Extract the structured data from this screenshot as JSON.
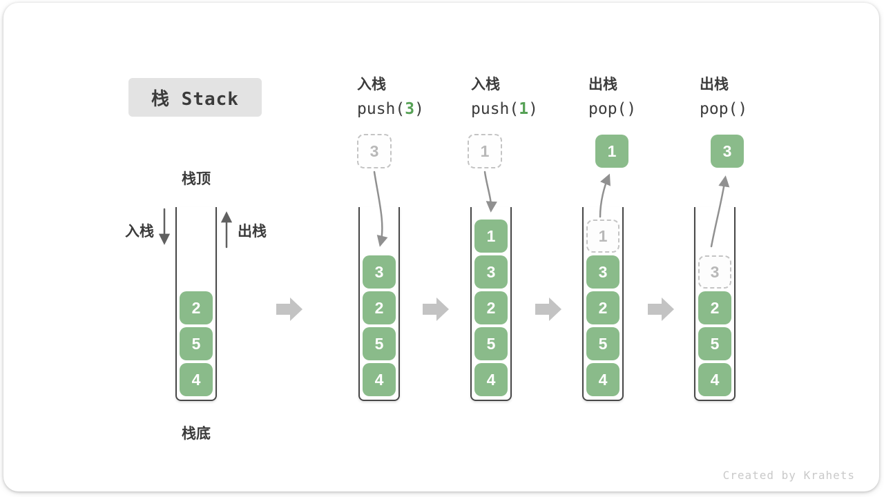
{
  "title": "栈 Stack",
  "watermark": "Created by Krahets",
  "colors": {
    "green": "#8abb8a",
    "green-accent": "#56a155",
    "text-dark": "#3b3b3b",
    "wall": "#474747",
    "arrow-gray": "#909090",
    "arrow-dark": "#606060",
    "block-arrow": "#c3c3c3",
    "dashed-border": "#c4c4c4",
    "dashed-text": "#b8b8b8",
    "title-bg": "#e3e3e3",
    "watermark-color": "#c9c9c9"
  },
  "initial": {
    "top_label": "栈顶",
    "bottom_label": "栈底",
    "push_label": "入栈",
    "pop_label": "出栈",
    "cells": [
      "2",
      "5",
      "4"
    ]
  },
  "steps": [
    {
      "op": "入栈",
      "code_pre": "push(",
      "arg": "3",
      "code_post": ")",
      "float": "3",
      "cells": [
        "3",
        "2",
        "5",
        "4"
      ]
    },
    {
      "op": "入栈",
      "code_pre": "push(",
      "arg": "1",
      "code_post": ")",
      "float": "1",
      "cells": [
        "1",
        "3",
        "2",
        "5",
        "4"
      ]
    },
    {
      "op": "出栈",
      "code_pre": "pop(",
      "arg": "",
      "code_post": ")",
      "float": "1",
      "cells": [
        "1",
        "3",
        "2",
        "5",
        "4"
      ]
    },
    {
      "op": "出栈",
      "code_pre": "pop(",
      "arg": "",
      "code_post": ")",
      "float": "3",
      "cells": [
        "3",
        "2",
        "5",
        "4"
      ]
    }
  ]
}
